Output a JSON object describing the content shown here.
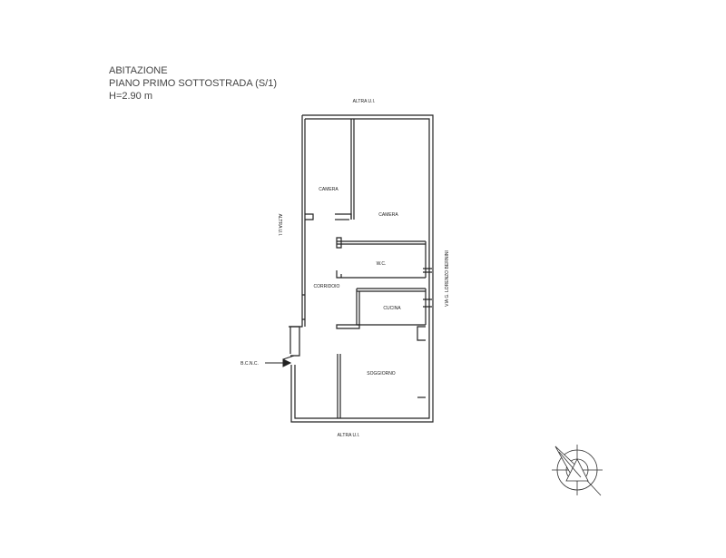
{
  "header": {
    "line1": "ABITAZIONE",
    "line2": "PIANO PRIMO SOTTOSTRADA (S/1)",
    "line3": "H=2.90 m"
  },
  "boundaries": {
    "top": "ALTRA U.I.",
    "bottom": "ALTRA U.I.",
    "left": "ALTRA U.I.",
    "right": "VIA G. LORENZO BERNINI",
    "entrance": "B.C.N.C."
  },
  "rooms": {
    "camera_small": "CAMERA",
    "camera_large": "CAMERA",
    "wc": "W.C.",
    "corridoio": "CORRIDOIO",
    "cucina": "CUCINA",
    "soggiorno": "SOGGIORNO"
  },
  "compass": {
    "icon": "north-arrow-icon"
  }
}
